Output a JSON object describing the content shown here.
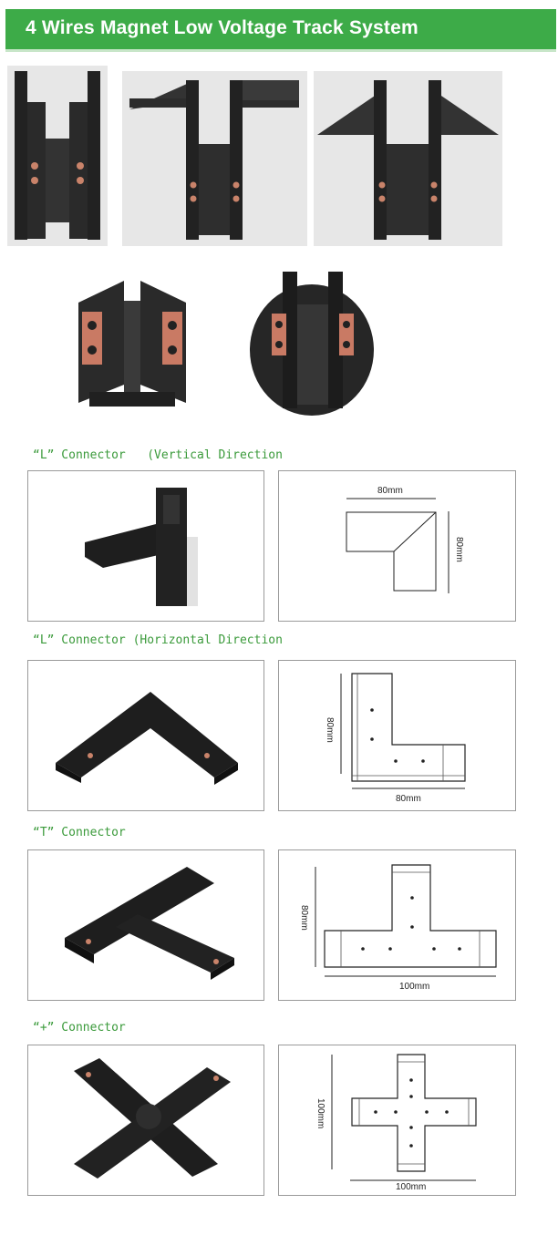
{
  "banner": {
    "title": "4 Wires Magnet Low Voltage Track System",
    "color": "#3dab48"
  },
  "colors": {
    "label_green": "#3a9a3a",
    "copper": "#c9836a",
    "profile": "#1e1e1e"
  },
  "sections": [
    {
      "label": "“L” Connector   (Vertical Direction",
      "dims": {
        "width": "80mm",
        "height": "80mm"
      }
    },
    {
      "label": "“L” Connector (Horizontal Direction",
      "dims": {
        "height": "80mm",
        "width": "80mm"
      }
    },
    {
      "label": "“T” Connector",
      "dims": {
        "height": "80mm",
        "width": "100mm"
      }
    },
    {
      "label": "“+” Connector",
      "dims": {
        "height": "100mm",
        "width": "100mm"
      }
    }
  ]
}
